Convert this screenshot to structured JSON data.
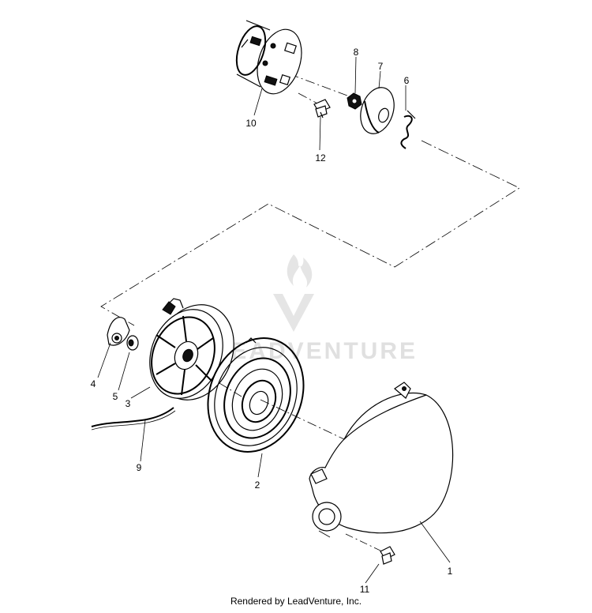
{
  "callouts": [
    {
      "id": "1",
      "label": "1"
    },
    {
      "id": "2",
      "label": "2"
    },
    {
      "id": "3",
      "label": "3"
    },
    {
      "id": "4",
      "label": "4"
    },
    {
      "id": "5",
      "label": "5"
    },
    {
      "id": "6",
      "label": "6"
    },
    {
      "id": "7",
      "label": "7"
    },
    {
      "id": "8",
      "label": "8"
    },
    {
      "id": "9",
      "label": "9"
    },
    {
      "id": "10",
      "label": "10"
    },
    {
      "id": "11",
      "label": "11"
    },
    {
      "id": "12",
      "label": "12"
    }
  ],
  "watermark": {
    "text": "LEADVENTURE"
  },
  "credit": {
    "text": "Rendered by LeadVenture, Inc."
  }
}
